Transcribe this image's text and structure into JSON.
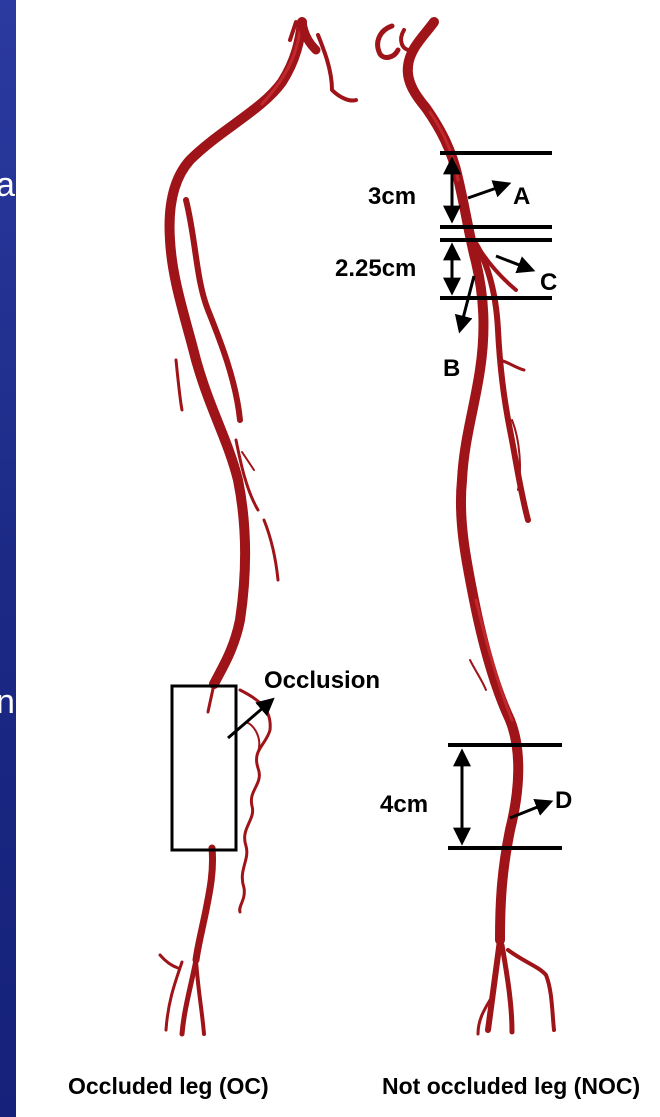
{
  "edge_glyphs": [
    "a",
    "n"
  ],
  "labels": {
    "seg_a_length": "3cm",
    "seg_b_length": "2.25cm",
    "seg_d_length": "4cm",
    "point_a": "A",
    "point_b": "B",
    "point_c": "C",
    "point_d": "D",
    "occlusion": "Occlusion"
  },
  "captions": {
    "left": "Occluded leg (OC)",
    "right": "Not occluded leg (NOC)"
  },
  "colors": {
    "artery": "#9e1418",
    "artery_highlight": "#c0282c",
    "background_blue": "#1a2470",
    "panel": "#ffffff",
    "annotation": "#000000"
  }
}
